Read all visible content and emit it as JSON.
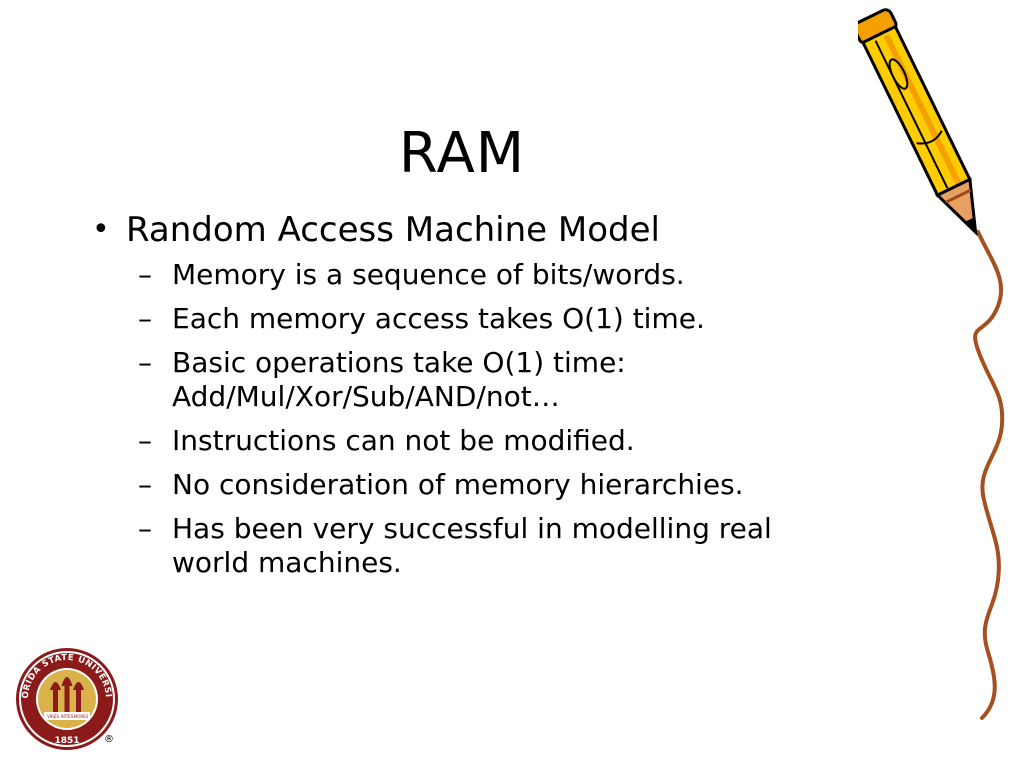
{
  "slide": {
    "title": "RAM",
    "bullet_symbol": "•",
    "dash_symbol": "–",
    "bullet": {
      "text": "Random Access Machine Model",
      "sub_items": [
        {
          "lines": [
            "Memory is a sequence of bits/words."
          ]
        },
        {
          "lines": [
            "Each memory access takes O(1) time."
          ]
        },
        {
          "lines": [
            "Basic operations take O(1) time:",
            "Add/Mul/Xor/Sub/AND/not…"
          ]
        },
        {
          "lines": [
            "Instructions can not be modified."
          ]
        },
        {
          "lines": [
            "No consideration of memory hierarchies."
          ]
        },
        {
          "lines": [
            "Has been very successful in modelling real",
            "world machines."
          ]
        }
      ]
    }
  },
  "logo": {
    "name": "florida-state-university-seal",
    "top_text": "FLORIDA STATE UNIVERSITY",
    "year": "1851",
    "banner_words": [
      "VIRES",
      "ARTES",
      "MORES"
    ],
    "registered_mark": "®",
    "colors": {
      "garnet": "#8b1a1a",
      "gold": "#d9b24a"
    }
  },
  "decoration": {
    "icon": "pencil-icon",
    "colors": {
      "yellow": "#ffcc00",
      "orange": "#f4a100",
      "wood": "#a0461c",
      "line": "#a4501f"
    }
  }
}
